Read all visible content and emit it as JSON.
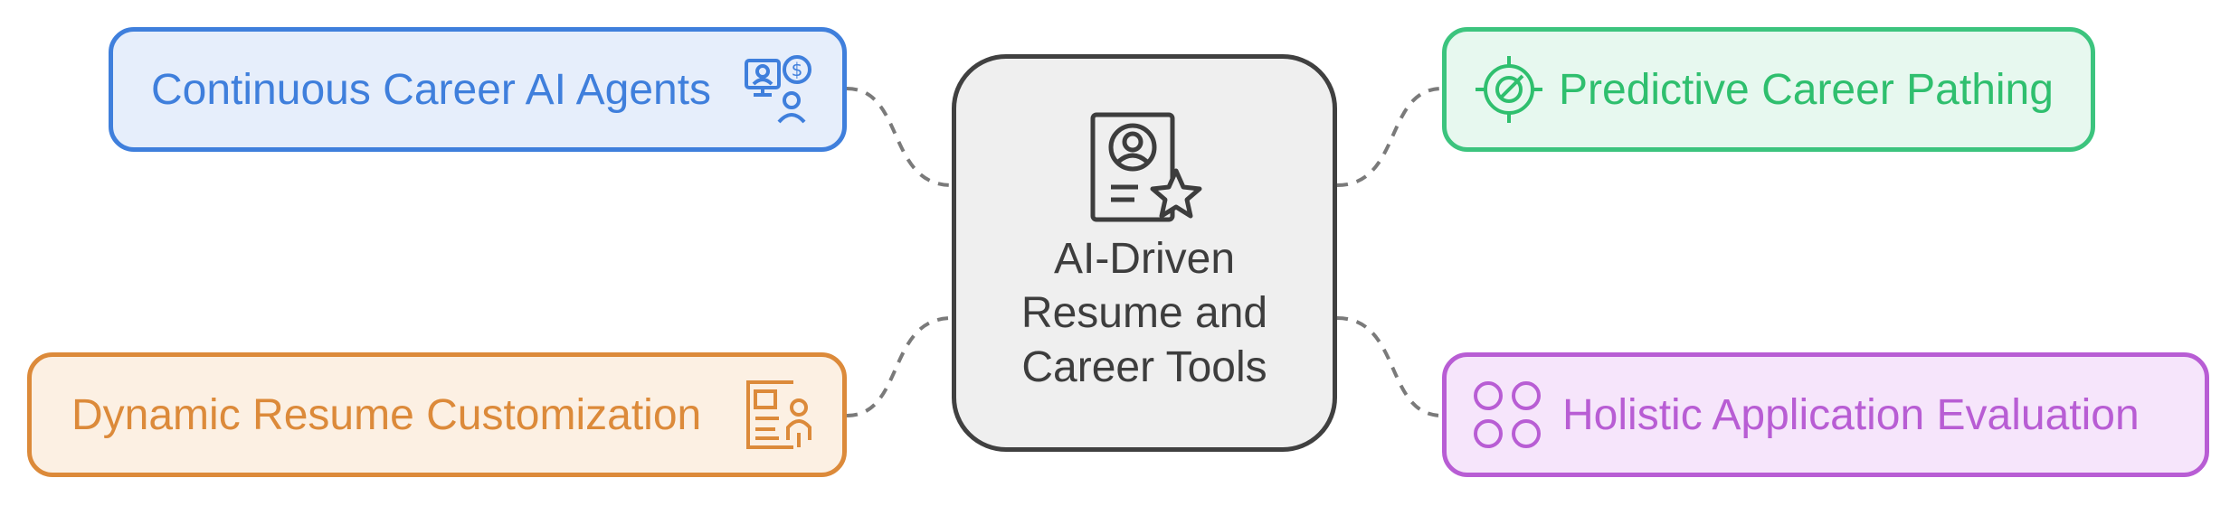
{
  "center": {
    "lines": [
      "AI-Driven",
      "Resume and",
      "Career Tools"
    ]
  },
  "top_left": {
    "label": "Continuous Career AI Agents",
    "icon": "career-ai-agents-icon",
    "color": "#3f7fdc"
  },
  "top_right": {
    "label": "Predictive Career Pathing",
    "icon": "target-icon",
    "color": "#2fbf6e"
  },
  "bottom_left": {
    "label": "Dynamic Resume Customization",
    "icon": "resume-profile-icon",
    "color": "#dc8a3a"
  },
  "bottom_right": {
    "label": "Holistic Application Evaluation",
    "icon": "four-circles-icon",
    "color": "#b85dd4"
  },
  "colors": {
    "connector": "#7a7a7a",
    "center_border": "#404040",
    "center_fill": "#efefef"
  }
}
